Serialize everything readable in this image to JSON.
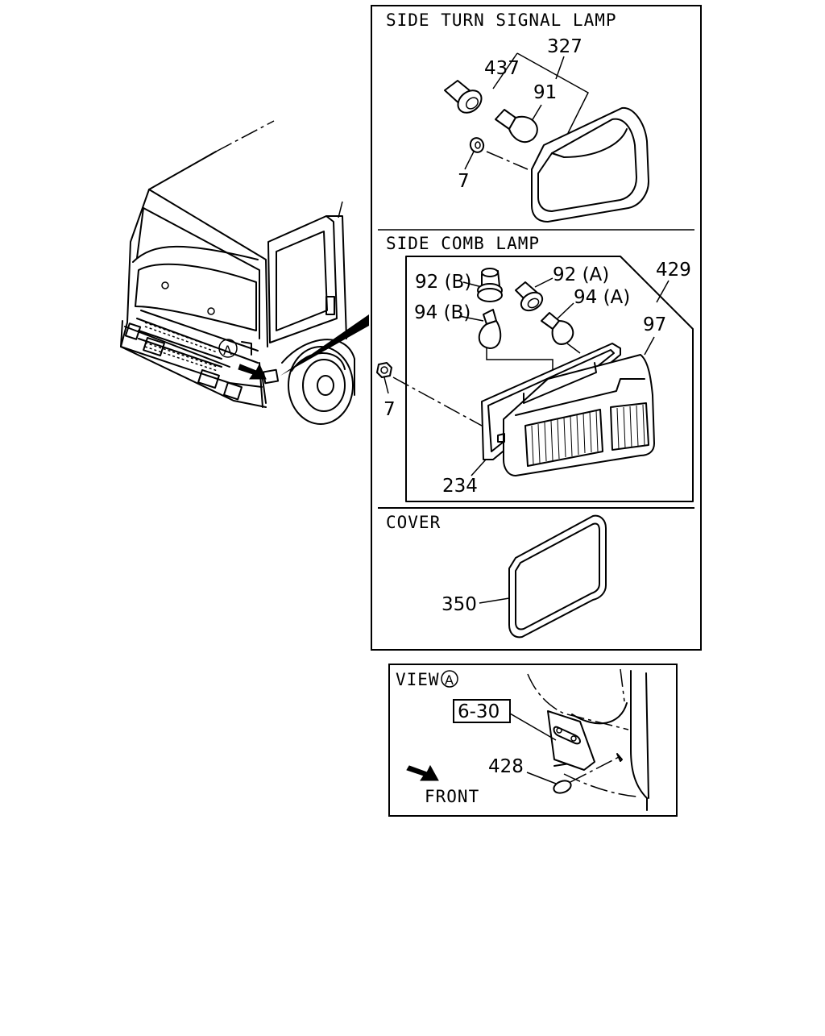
{
  "panels": {
    "side_turn": {
      "title": "SIDE TURN SIGNAL LAMP"
    },
    "side_comb": {
      "title": "SIDE COMB LAMP"
    },
    "cover": {
      "title": "COVER"
    },
    "view_a": {
      "title": "VIEW",
      "marker": "A",
      "ref_box": "6-30",
      "front_label": "FRONT"
    }
  },
  "callouts": {
    "p327": "327",
    "p437": "437",
    "p91": "91",
    "p7_top": "7",
    "p429": "429",
    "p92b": "92 (B)",
    "p92a": "92 (A)",
    "p94b": "94 (B)",
    "p94a": "94 (A)",
    "p97": "97",
    "p7_mid": "7",
    "p234": "234",
    "p350": "350",
    "p428": "428"
  },
  "truck": {
    "marker": "A"
  }
}
